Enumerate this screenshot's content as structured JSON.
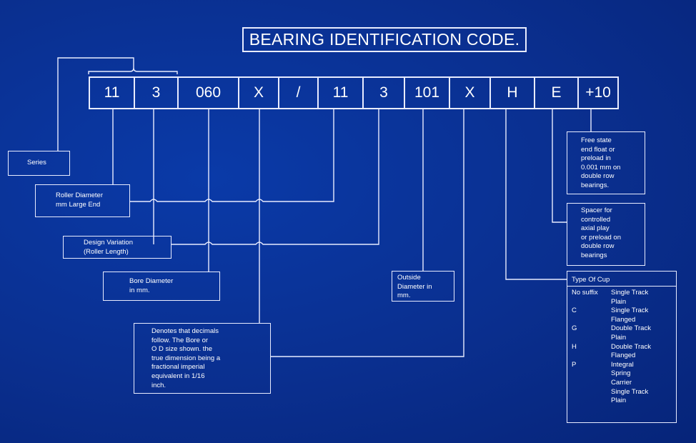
{
  "title": "BEARING IDENTIFICATION CODE.",
  "code_cells": [
    "11",
    "3",
    "060",
    "X",
    "/",
    "11",
    "3",
    "101",
    "X",
    "H",
    "E",
    "+10"
  ],
  "labels": {
    "series": "Series",
    "roller_diameter": [
      "Roller Diameter",
      "mm Large End"
    ],
    "design_variation": [
      "Design Variation",
      "(Roller Length)"
    ],
    "bore_diameter": [
      "Bore Diameter",
      "in mm."
    ],
    "decimals": [
      "Denotes that decimals",
      "follow. The Bore or",
      "O D size shown. the",
      "true dimension being a",
      "fractional imperial",
      "equivalent in 1/16",
      "inch."
    ],
    "outside_diameter": [
      "Outside",
      "Diameter in",
      "mm."
    ],
    "free_state": [
      "Free state",
      "end float or",
      "preload in",
      "0.001 mm on",
      "double row",
      "bearings."
    ],
    "spacer": [
      "Spacer for",
      "controlled",
      "axial play",
      "or preload on",
      "double row",
      "bearings"
    ]
  },
  "cup_types": {
    "heading": "Type Of Cup",
    "rows": [
      {
        "code": "No suffix",
        "lines": [
          "Single Track",
          "Plain"
        ]
      },
      {
        "code": "C",
        "lines": [
          "Single Track",
          "Flanged"
        ]
      },
      {
        "code": "G",
        "lines": [
          "Double Track",
          "Plain"
        ]
      },
      {
        "code": "H",
        "lines": [
          "Double Track",
          "Flanged"
        ]
      },
      {
        "code": "P",
        "lines": [
          "Integral",
          "Spring",
          "Carrier",
          "Single Track",
          "Plain"
        ]
      }
    ]
  }
}
